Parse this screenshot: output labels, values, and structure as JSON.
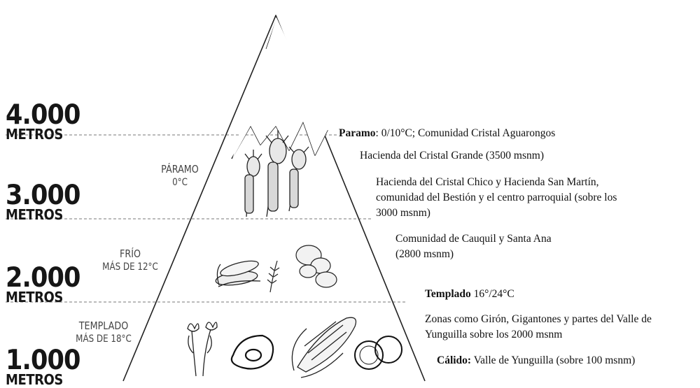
{
  "altitudes": [
    {
      "num": "4.000",
      "unit": "METROS"
    },
    {
      "num": "3.000",
      "unit": "METROS"
    },
    {
      "num": "2.000",
      "unit": "METROS"
    },
    {
      "num": "1.000",
      "unit": "METROS"
    }
  ],
  "zones": [
    {
      "name": "PÁRAMO",
      "temp": "0°C"
    },
    {
      "name": "FRÍO",
      "temp": "MÁS DE 12°C"
    },
    {
      "name": "TEMPLADO",
      "temp": "MÁS DE 18°C"
    }
  ],
  "notes": {
    "paramo_bold": "Paramo",
    "paramo_text": ": 0/10°C; Comunidad Cristal Aguarongos",
    "cristal_grande": "Hacienda del Cristal Grande (3500 msnm)",
    "cristal_chico_1": "Hacienda del Cristal Chico y Hacienda San Martín,",
    "cristal_chico_2": "comunidad del Bestión y el centro parroquial (sobre los",
    "cristal_chico_3": "3000 msnm)",
    "cauquil_1": "Comunidad de Cauquil y Santa Ana",
    "cauquil_2": "(2800 msnm)",
    "templado_bold": "Templado",
    "templado_text": " 16°/24°C",
    "zonas_1": "Zonas como Girón, Gigantones y partes del Valle de",
    "zonas_2": "Yunguilla sobre los 2000 msnm",
    "calido_bold": "Cálido:",
    "calido_text": " Valle de Yunguilla (sobre 100 msnm)"
  },
  "icons": [
    "frailejon-plant-icon",
    "corn-icon",
    "wheat-icon",
    "potato-icon",
    "tulip-icon",
    "avocado-icon",
    "orange-icon"
  ],
  "colors": {
    "line": "#222222",
    "dash": "#777777",
    "label_gray": "#444444"
  }
}
